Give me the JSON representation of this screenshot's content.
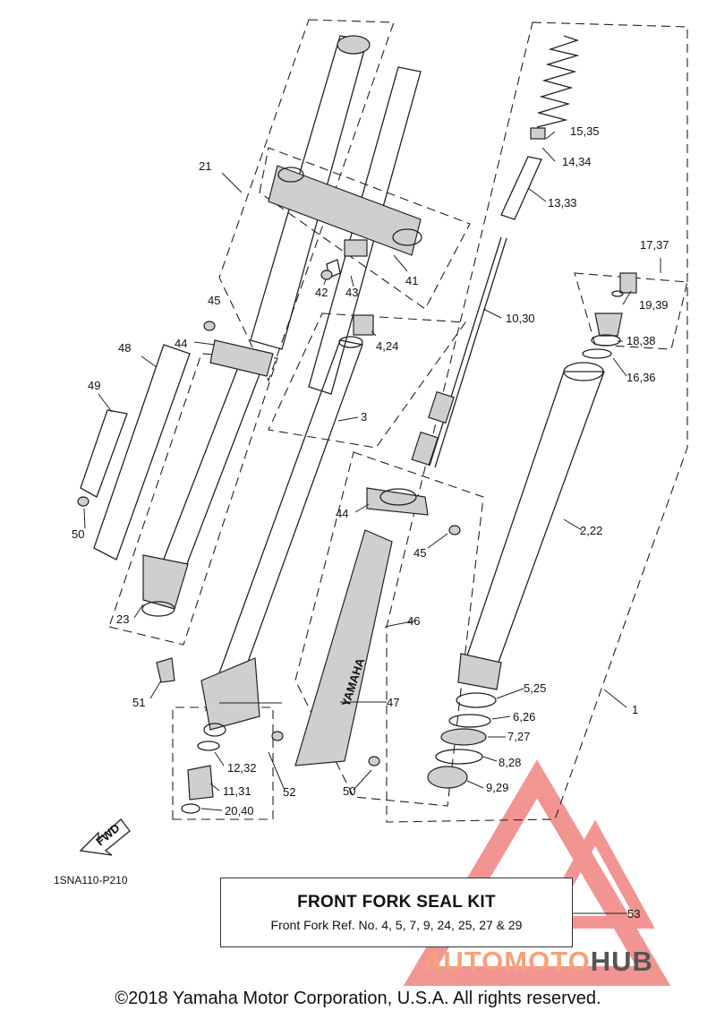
{
  "diagram": {
    "code": "1SNA110-P210",
    "fwd_label": "FWD",
    "labels": {
      "l1": "1",
      "l2_22": "2,22",
      "l3": "3",
      "l4_24": "4,24",
      "l5_25": "5,25",
      "l6_26": "6,26",
      "l7_27": "7,27",
      "l8_28": "8,28",
      "l9_29": "9,29",
      "l10_30": "10,30",
      "l11_31": "11,31",
      "l12_32": "12,32",
      "l13_33": "13,33",
      "l14_34": "14,34",
      "l15_35": "15,35",
      "l16_36": "16,36",
      "l17_37": "17,37",
      "l18_38": "18,38",
      "l19_39": "19,39",
      "l20_40": "20,40",
      "l21": "21",
      "l23": "23",
      "l41": "41",
      "l42": "42",
      "l43": "43",
      "l44a": "44",
      "l44b": "44",
      "l45a": "45",
      "l45b": "45",
      "l46": "46",
      "l47": "47",
      "l48": "48",
      "l49": "49",
      "l50a": "50",
      "l50b": "50",
      "l51": "51",
      "l52": "52",
      "l53": "53"
    },
    "guard_text": "YAMAHA"
  },
  "kit": {
    "title": "FRONT FORK SEAL KIT",
    "subtitle": "Front Fork Ref. No. 4, 5, 7, 9, 24, 25, 27 & 29"
  },
  "watermark": {
    "part1": "AUTOMOTO",
    "part2": "HUB",
    "color_accent": "#f5a27a",
    "color_dark": "#555555",
    "triangle_color": "#e8403a"
  },
  "footer": {
    "copyright": "©2018 Yamaha Motor Corporation, U.S.A. All rights reserved."
  }
}
